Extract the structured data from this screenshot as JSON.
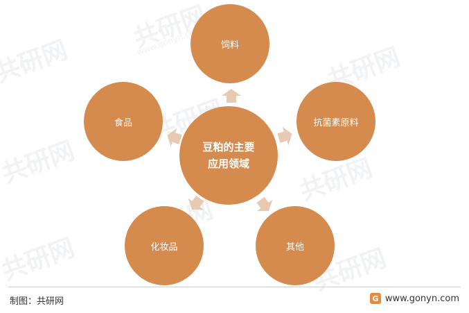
{
  "diagram": {
    "center": {
      "line1": "豆粕的主要",
      "line2": "应用领域"
    },
    "nodes": [
      {
        "id": "feed",
        "label": "饲料"
      },
      {
        "id": "antibacterial",
        "label": "抗菌素原料"
      },
      {
        "id": "other",
        "label": "其他"
      },
      {
        "id": "cosmetics",
        "label": "化妆品"
      },
      {
        "id": "food",
        "label": "食品"
      }
    ],
    "colors": {
      "node": "#d58b4e",
      "arrow": "#e8c9b2"
    }
  },
  "watermark": {
    "brand": "共研网",
    "url": "www.gonyn.com"
  },
  "footer": {
    "source": "制图：共研网",
    "site": "www.gonyn.com",
    "logo_icon": "gonyn-logo-icon"
  }
}
